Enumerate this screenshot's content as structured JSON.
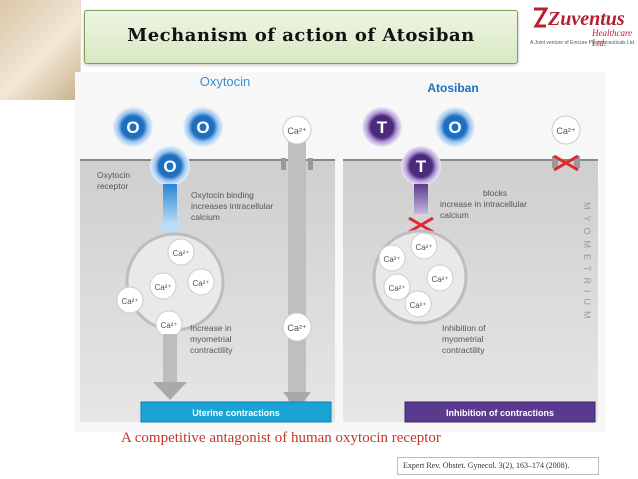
{
  "slide": {
    "title": "Mechanism of action of Atosiban",
    "caption": "A competitive antagonist of human oxytocin receptor",
    "reference": "Expert Rev. Obstet. Gynecol. 3(2), 163–174 (2008)."
  },
  "logo": {
    "name": "Zuventus",
    "sub": "Healthcare Ltd.",
    "tagline": "A Joint venture of Emcure Pharmaceuticals Ltd.",
    "color": "#b51f2e"
  },
  "diagram": {
    "left_header": "Oxytocin",
    "right_header": "Atosiban",
    "oxytocin_letter": "O",
    "atosiban_letter": "T",
    "calcium_label": "Ca²⁺",
    "receptor_label": [
      "Oxytocin",
      "receptor"
    ],
    "binding_text": [
      "Oxytocin binding",
      "increases intracellular",
      "calcium"
    ],
    "blocks_text": [
      "blocks",
      "increase in intracellular",
      "calcium"
    ],
    "increase_text": [
      "Increase in",
      "myometrial",
      "contractility"
    ],
    "inhibition_text": [
      "Inhibition of",
      "myometrial",
      "contractility"
    ],
    "myometrium_label": "MYOMETRIUM",
    "uterine_button": "Uterine contractions",
    "inhibition_button": "Inhibition of contractions",
    "colors": {
      "molecule_blue": "#1f6fc0",
      "antagonist_purple": "#4b2a7b",
      "uterine_bar": "#1ba3d6",
      "inhibition_bar": "#5a3a8e",
      "block_red": "#e0282e"
    }
  }
}
